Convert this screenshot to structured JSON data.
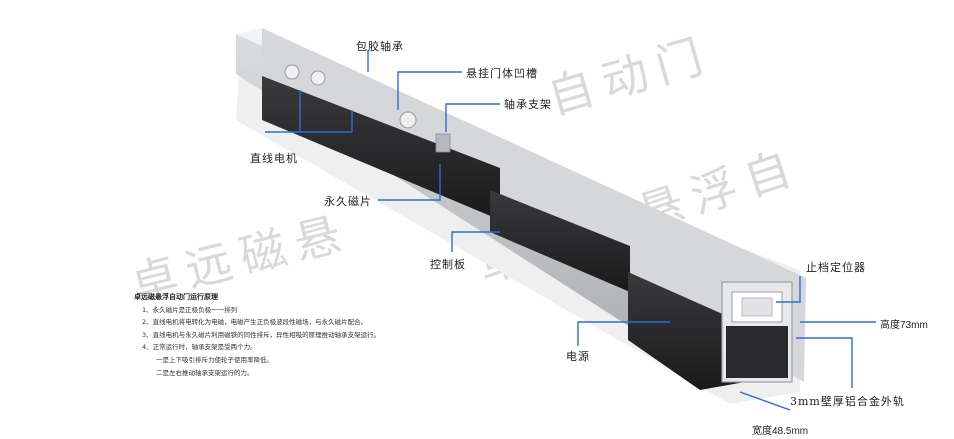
{
  "watermarks": [
    "卓远磁悬",
    "卓远磁悬浮自",
    "自动门"
  ],
  "labels": {
    "rubber_bearing": "包胶轴承",
    "hanging_groove": "悬挂门体凹槽",
    "bearing_bracket": "轴承支架",
    "linear_motor": "直线电机",
    "permanent_magnet": "永久磁片",
    "control_board": "控制板",
    "power_supply": "电源",
    "end_stop": "止档定位器",
    "height": "高度73mm",
    "shell": "3mm壁厚铝合金外轨",
    "width": "宽度48.5mm"
  },
  "principle": {
    "title": "卓远磁悬浮自动门运行原理",
    "items": [
      "1、永久磁片是正极负极一一排列",
      "2、直线电机将电转化为电磁，电磁产生正负极波段性磁场，与永久磁片配合。",
      "3、直线电机与永久磁片利用磁铁的同性排斥，异性相吸的原理推动轴承支架运行。",
      "4、正常运行时，轴承支架是受两个力。"
    ],
    "subitems": [
      "一是上下吸引排斥力使轮子使用率降低。",
      "二是左右推动轴承支架运行的力。"
    ]
  },
  "colors": {
    "leader": "#2b6fd6",
    "rail_light": "#e8eaec",
    "rail_mid": "#c9ccd0",
    "housing": "#2c2c2e",
    "watermark": "#d9d9d9"
  }
}
